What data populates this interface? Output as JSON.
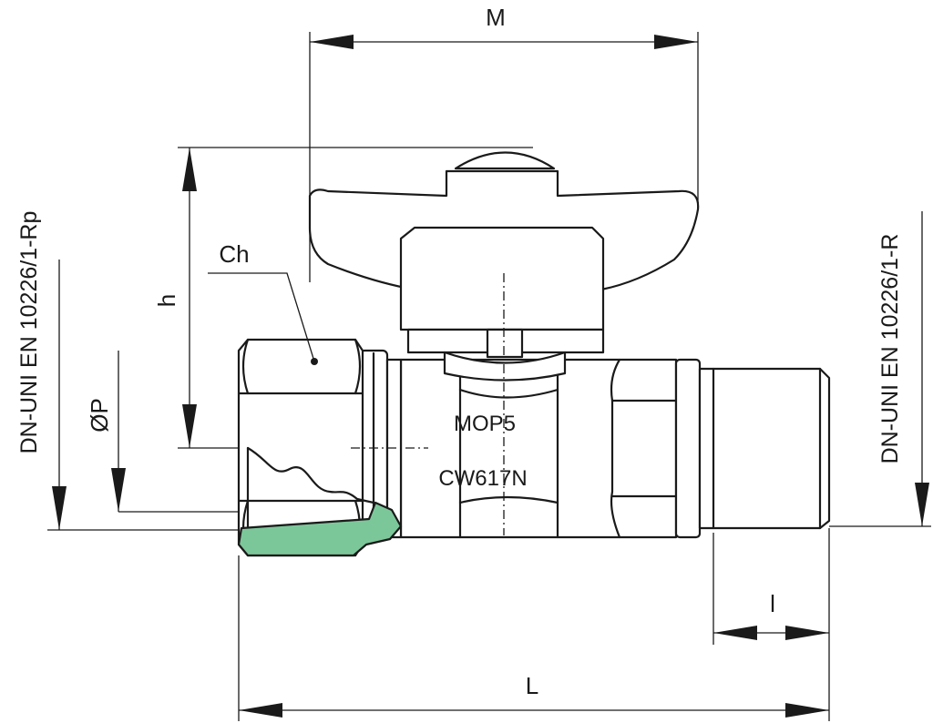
{
  "labels": {
    "m": "M",
    "h": "h",
    "ch": "Ch",
    "op": "ØP",
    "l_small": "l",
    "l_large": "L"
  },
  "markings": {
    "pressure": "MOP5",
    "material": "CW617N"
  },
  "standards": {
    "left": "DN-UNI EN 10226/1-Rp",
    "right": "DN-UNI EN 10226/1-R"
  },
  "colors": {
    "seal": "#7cc79a",
    "line": "#1a1a1a"
  }
}
